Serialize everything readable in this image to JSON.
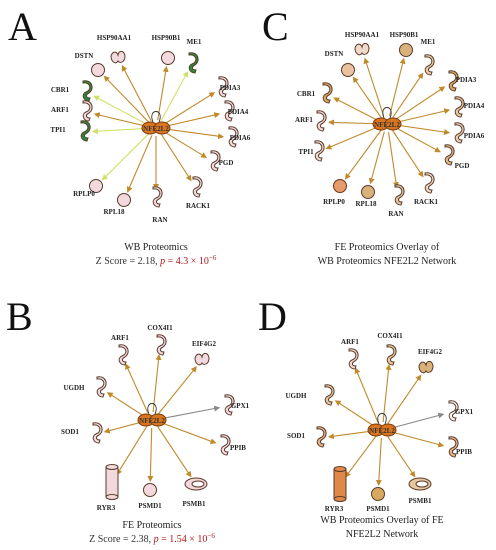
{
  "panels": [
    {
      "id": "A",
      "letter": "A",
      "hub": "NFE2L2",
      "caption": [
        "WB Proteomics"
      ],
      "stat": {
        "z": "Z Score = 2.18, ",
        "p": "p",
        "rest": " = 4.3 × 10",
        "exp": "−6"
      },
      "nodes": [
        {
          "label": "HSP90AA1",
          "shape": "ligand",
          "color": "#f1d9dd"
        },
        {
          "label": "HSP90B1",
          "shape": "circle",
          "color": "#f1d9dd"
        },
        {
          "label": "ME1",
          "shape": "enzyme",
          "color": "#2a8a3a"
        },
        {
          "label": "PDIA3",
          "shape": "enzyme",
          "color": "#f1d9dd"
        },
        {
          "label": "PDIA4",
          "shape": "enzyme",
          "color": "#f1d9dd"
        },
        {
          "label": "PDIA6",
          "shape": "enzyme",
          "color": "#f1d9dd"
        },
        {
          "label": "PGD",
          "shape": "enzyme",
          "color": "#f1d9dd"
        },
        {
          "label": "RACK1",
          "shape": "enzyme",
          "color": "#f1d9dd"
        },
        {
          "label": "RAN",
          "shape": "enzyme",
          "color": "#f1d9dd"
        },
        {
          "label": "RPL18",
          "shape": "circle",
          "color": "#f1d9dd"
        },
        {
          "label": "RPLP0",
          "shape": "circle",
          "color": "#f1d9dd"
        },
        {
          "label": "TPI1",
          "shape": "enzyme",
          "color": "#2a8a3a"
        },
        {
          "label": "ARF1",
          "shape": "enzyme",
          "color": "#f1d9dd"
        },
        {
          "label": "CBR1",
          "shape": "enzyme",
          "color": "#2a8a3a"
        },
        {
          "label": "DSTN",
          "shape": "circle",
          "color": "#f1d9dd"
        }
      ]
    },
    {
      "id": "C",
      "letter": "C",
      "hub": "NFE2L2",
      "caption": [
        "FE Proteomics Overlay of",
        "WB Proteomics NFE2L2 Network"
      ],
      "stat": null,
      "nodes": [
        {
          "label": "HSP90AA1",
          "shape": "ligand",
          "color": "#efd9c9"
        },
        {
          "label": "HSP90B1",
          "shape": "circle",
          "color": "#d9b27a"
        },
        {
          "label": "ME1",
          "shape": "enzyme",
          "color": "#e9cfa8"
        },
        {
          "label": "PDIA3",
          "shape": "enzyme",
          "color": "#d9a860"
        },
        {
          "label": "PDIA4",
          "shape": "enzyme",
          "color": "#e6c99f"
        },
        {
          "label": "PDIA6",
          "shape": "enzyme",
          "color": "#e9d2b6"
        },
        {
          "label": "PGD",
          "shape": "enzyme",
          "color": "#e0b588"
        },
        {
          "label": "RACK1",
          "shape": "enzyme",
          "color": "#efd9c9"
        },
        {
          "label": "RAN",
          "shape": "enzyme",
          "color": "#e3c49d"
        },
        {
          "label": "RPL18",
          "shape": "circle",
          "color": "#d9b27a"
        },
        {
          "label": "RPLP0",
          "shape": "circle",
          "color": "#e89a6a"
        },
        {
          "label": "TPI1",
          "shape": "enzyme",
          "color": "#efd9c9"
        },
        {
          "label": "ARF1",
          "shape": "enzyme",
          "color": "#f2d6d6"
        },
        {
          "label": "CBR1",
          "shape": "enzyme",
          "color": "#d9a860"
        },
        {
          "label": "DSTN",
          "shape": "circle",
          "color": "#eac2a0"
        }
      ]
    },
    {
      "id": "B",
      "letter": "B",
      "hub": "NFE2L2",
      "caption": [
        "FE Proteomics"
      ],
      "stat": {
        "z": "Z Score = 2.38, ",
        "p": "p",
        "rest": " = 1.54 × 10",
        "exp": "−6"
      },
      "nodes": [
        {
          "label": "COX4I1",
          "shape": "enzyme",
          "color": "#f1d9dd"
        },
        {
          "label": "EIF4G2",
          "shape": "ligand",
          "color": "#f1d9dd"
        },
        {
          "label": "GPX1",
          "shape": "enzyme",
          "color": "#f1d9dd"
        },
        {
          "label": "PPIB",
          "shape": "enzyme",
          "color": "#f1d9dd"
        },
        {
          "label": "PSMB1",
          "shape": "eye",
          "color": "#f1d9dd"
        },
        {
          "label": "PSMD1",
          "shape": "circle",
          "color": "#f1d9dd"
        },
        {
          "label": "RYR3",
          "shape": "cylinder",
          "color": "#f1d9dd"
        },
        {
          "label": "SOD1",
          "shape": "enzyme",
          "color": "#f1d9dd"
        },
        {
          "label": "UGDH",
          "shape": "enzyme",
          "color": "#f1d9dd"
        },
        {
          "label": "ARF1",
          "shape": "enzyme",
          "color": "#f1d9dd"
        }
      ]
    },
    {
      "id": "D",
      "letter": "D",
      "hub": "NFE2L2",
      "caption": [
        "WB Proteomics Overlay of FE",
        "NFE2L2 Network"
      ],
      "stat": null,
      "nodes": [
        {
          "label": "COX4I1",
          "shape": "enzyme",
          "color": "#e6c99f"
        },
        {
          "label": "EIF4G2",
          "shape": "ligand",
          "color": "#d9b27a"
        },
        {
          "label": "GPX1",
          "shape": "enzyme",
          "color": "#f7f7f7"
        },
        {
          "label": "PPIB",
          "shape": "enzyme",
          "color": "#e0b588"
        },
        {
          "label": "PSMB1",
          "shape": "eye",
          "color": "#e6c99f"
        },
        {
          "label": "PSMD1",
          "shape": "circle",
          "color": "#d9a860"
        },
        {
          "label": "RYR3",
          "shape": "cylinder",
          "color": "#e0884a"
        },
        {
          "label": "SOD1",
          "shape": "enzyme",
          "color": "#e0b588"
        },
        {
          "label": "UGDH",
          "shape": "enzyme",
          "color": "#e6c99f"
        },
        {
          "label": "ARF1",
          "shape": "enzyme",
          "color": "#efd9c9"
        }
      ]
    }
  ],
  "colors": {
    "edge": "#c08a2a",
    "edge_gray": "#888888",
    "edge_green": "#cfe06a",
    "hub_fill": "#d9741f",
    "hub_stroke": "#7a3a0a",
    "pvalue": "#b0151a"
  }
}
